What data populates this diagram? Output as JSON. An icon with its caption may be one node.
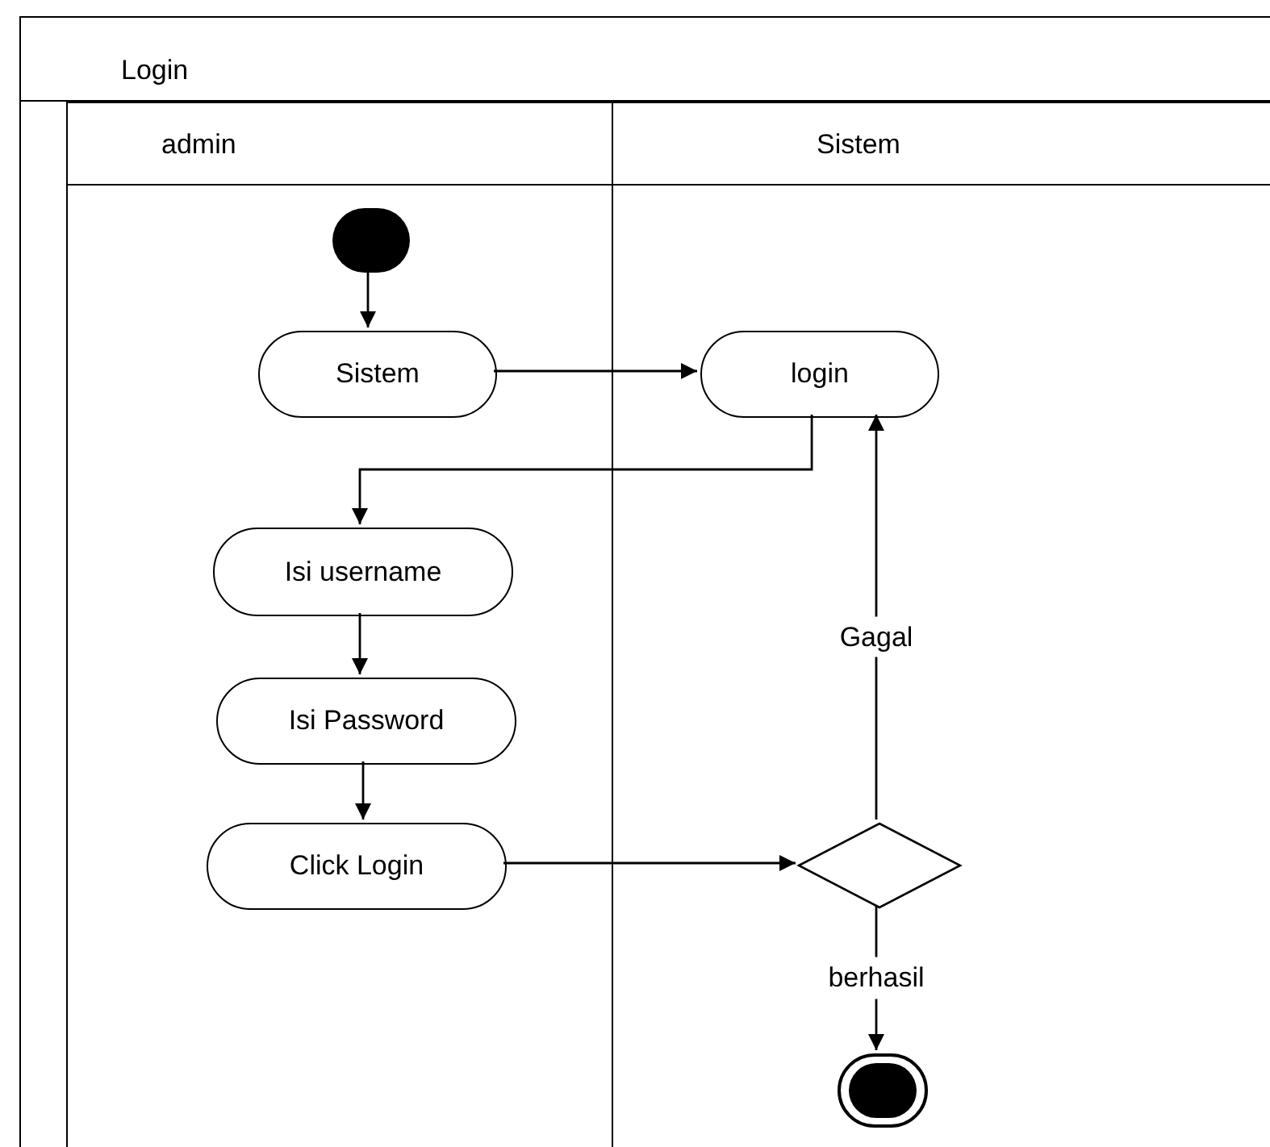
{
  "diagram": {
    "nodes": [
      {
        "text": [
          "Login"
        ]
      },
      {
        "text": [
          "admin"
        ],
        "in": 0
      },
      {
        "text": [
          "Sistem"
        ],
        "in": 0
      },
      {
        "text": [],
        "shape": "circle",
        "in": 1
      },
      {
        "text": [
          "Sistem"
        ],
        "in": 1
      },
      {
        "text": [
          "login"
        ],
        "in": 2
      },
      {
        "text": [
          "Isi username"
        ],
        "in": 1
      },
      {
        "text": [
          "Isi Password"
        ],
        "in": 1
      },
      {
        "text": [
          "Click Login"
        ],
        "in": 1
      },
      {
        "text": [],
        "shape": "diamond",
        "in": 2
      },
      {
        "text": [],
        "shape": "circle",
        "in": 2
      }
    ],
    "edges": [
      {
        "from": 3,
        "to": 4,
        "arrow": "to"
      },
      {
        "from": 4,
        "to": 5,
        "arrow": "to"
      },
      {
        "from": 5,
        "to": 6,
        "arrow": "to"
      },
      {
        "from": 6,
        "to": 7,
        "arrow": "to"
      },
      {
        "from": 7,
        "to": 8,
        "arrow": "to"
      },
      {
        "from": 8,
        "to": 9,
        "arrow": "to"
      },
      {
        "from": 9,
        "to": 5,
        "arrow": "to",
        "label": "Gagal"
      },
      {
        "from": 9,
        "to": 10,
        "arrow": "to",
        "label": "berhasil"
      }
    ]
  }
}
